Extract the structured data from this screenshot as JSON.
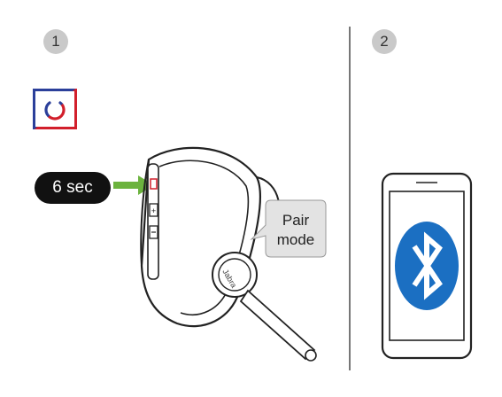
{
  "steps": [
    {
      "number": "1"
    },
    {
      "number": "2"
    }
  ],
  "step1": {
    "duration_label": "6 sec",
    "bubble_line1": "Pair",
    "bubble_line2": "mode",
    "device_brand": "Jabra"
  },
  "icons": {
    "power": "power-icon",
    "arrow": "arrow-right-icon",
    "bluetooth": "bluetooth-icon",
    "phone": "smartphone-icon",
    "headset": "headset-icon"
  },
  "colors": {
    "power_blue": "#2b3f9a",
    "power_red": "#d21f2b",
    "arrow_green": "#6cb33e",
    "bluetooth_blue": "#1b6fc2",
    "badge_grey": "#c9c9c9",
    "bubble_grey": "#e3e3e3"
  }
}
